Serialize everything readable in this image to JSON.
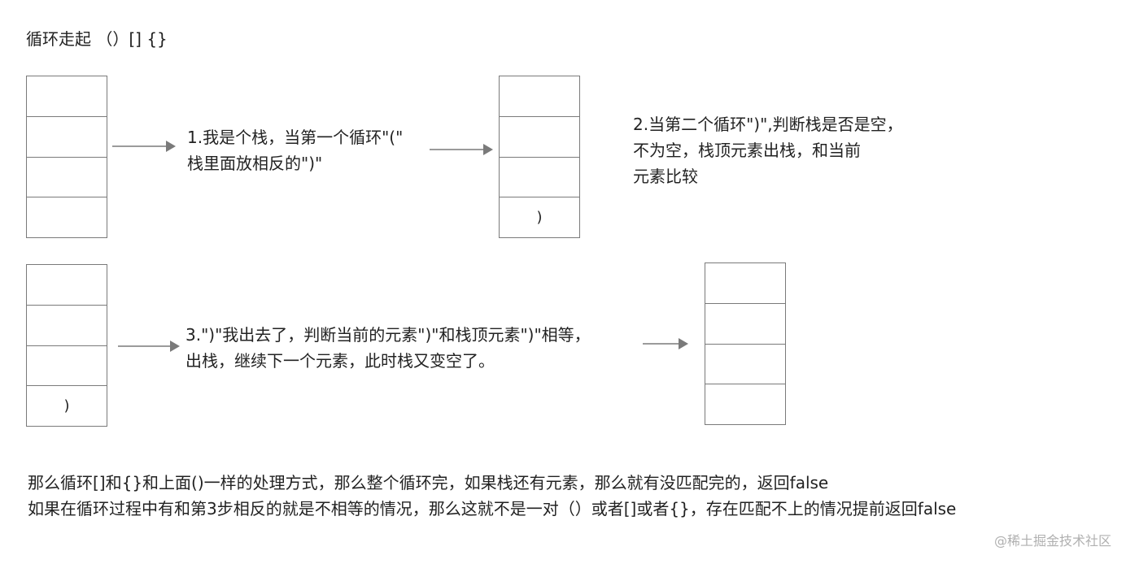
{
  "title": "循环走起 （）[] {}",
  "stacks": {
    "s1": [
      "",
      "",
      "",
      ""
    ],
    "s2": [
      "",
      "",
      "",
      ")"
    ],
    "s3": [
      "",
      "",
      "",
      ")"
    ],
    "s4": [
      "",
      "",
      "",
      ""
    ]
  },
  "notes": {
    "step1": "1.我是个栈，当第一个循环\"(\"\n栈里面放相反的\")\"",
    "step2": "2.当第二个循环\")\",判断栈是否是空，\n不为空，栈顶元素出栈，和当前\n元素比较",
    "step3": "3.\")\"我出去了，判断当前的元素\")\"和栈顶元素\")\"相等，\n出栈，继续下一个元素，此时栈又变空了。"
  },
  "footer": {
    "line1": "那么循环[]和{}和上面()一样的处理方式，那么整个循环完，如果栈还有元素，那么就有没匹配完的，返回false",
    "line2": "如果在循环过程中有和第3步相反的就是不相等的情况，那么这就不是一对（）或者[]或者{}，存在匹配不上的情况提前返回false"
  },
  "watermark": "@稀土掘金技术社区",
  "colors": {
    "stroke": "#7a7a7a",
    "text": "#222222",
    "watermark": "#b0b0b0"
  }
}
